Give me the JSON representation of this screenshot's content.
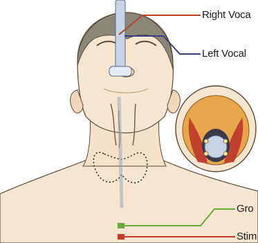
{
  "labels": {
    "right_vocal": "Right Voca",
    "left_vocal": "Left Vocal",
    "ground": "Gro",
    "stim": "Stim"
  },
  "colors": {
    "right_vocal_lead": "#b5442a",
    "left_vocal_lead": "#3b3f86",
    "ground_lead": "#6aa83a",
    "stim_lead": "#c43a2a",
    "skin": "#f6e6cf",
    "skin_shadow": "#e8c9a3",
    "hair": "#8b8778",
    "outline": "#5a4a3a",
    "glottis_ring": "#e8a64a",
    "vocal_folds": "#c2402e",
    "tube": "#c9d3e6"
  }
}
